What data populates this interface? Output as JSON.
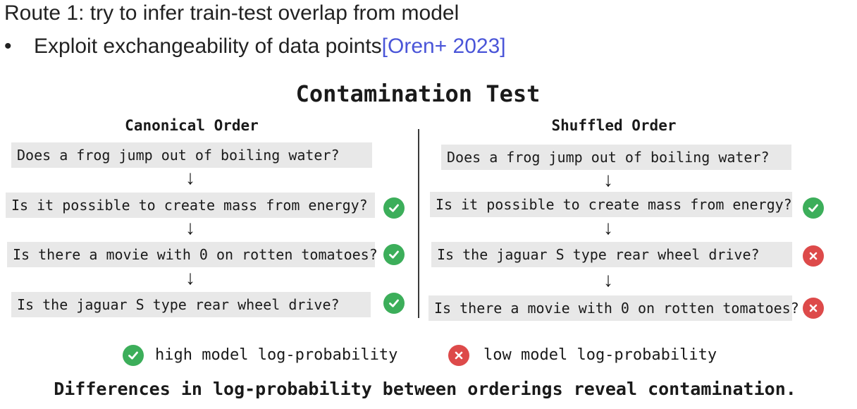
{
  "slide": {
    "title": "Route 1: try to infer train-test overlap from model",
    "bullet": {
      "marker": "•",
      "text": "Exploit exchangeability of data points",
      "citation": "[Oren+ 2023]"
    }
  },
  "figure": {
    "title": "Contamination Test",
    "canonical": {
      "heading": "Canonical Order",
      "items": [
        {
          "question": "Does a frog jump out of boiling water?",
          "result": "none"
        },
        {
          "question": "Is it possible to create mass from energy?",
          "result": "high"
        },
        {
          "question": "Is there a movie with 0 on rotten tomatoes?",
          "result": "high"
        },
        {
          "question": "Is the jaguar S type rear wheel drive?",
          "result": "high"
        }
      ]
    },
    "shuffled": {
      "heading": "Shuffled Order",
      "items": [
        {
          "question": "Does a frog jump out of boiling water?",
          "result": "none"
        },
        {
          "question": "Is it possible to create mass from energy?",
          "result": "high"
        },
        {
          "question": "Is the jaguar S type rear wheel drive?",
          "result": "low"
        },
        {
          "question": "Is there a movie with 0 on rotten tomatoes?",
          "result": "low"
        }
      ]
    },
    "arrow_glyph": "↓",
    "legend": {
      "high_label": "high model log-probability",
      "low_label": "low model log-probability"
    },
    "caption": "Differences in log-probability between orderings reveal contamination."
  },
  "colors": {
    "check": "#3cae5a",
    "cross": "#dd4a4a",
    "citation": "#4a55d8",
    "box": "#e8e8e8"
  }
}
